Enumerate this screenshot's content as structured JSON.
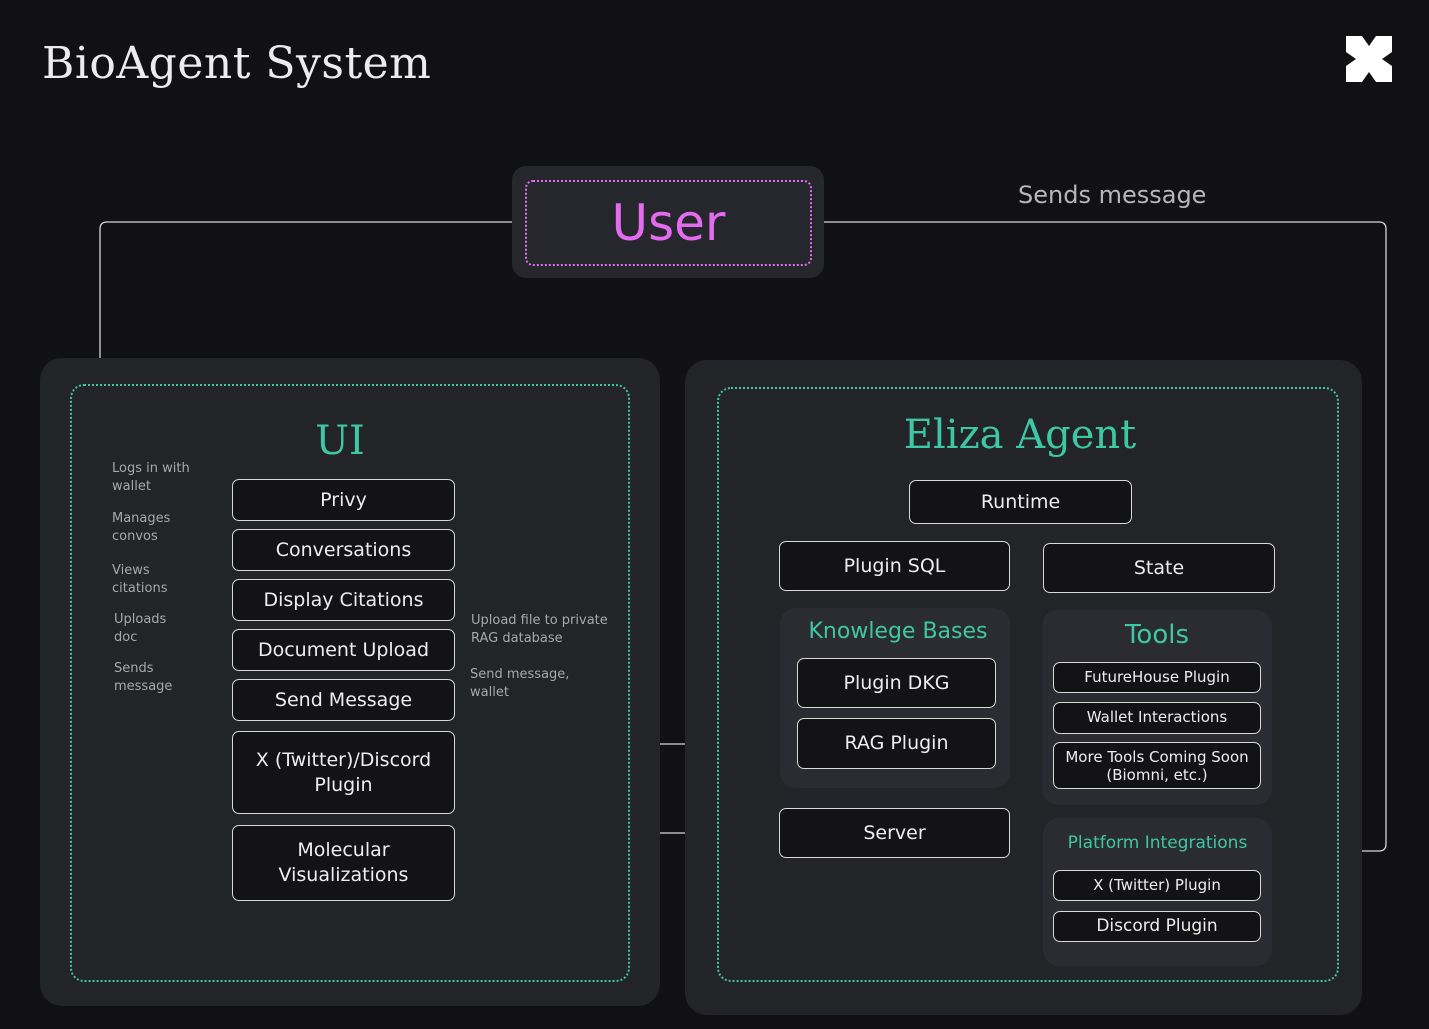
{
  "page": {
    "title": "BioAgent System"
  },
  "user": {
    "label": "User"
  },
  "edges": {
    "sends_message": "Sends message",
    "logs_in": "Logs in with\nwallet",
    "manages": "Manages\nconvos",
    "views": "Views\ncitations",
    "uploads": "Uploads\ndoc",
    "sends": "Sends\nmessage",
    "upload_file": "Upload file to private\nRAG database",
    "send_message_wallet": "Send message,\nwallet"
  },
  "ui": {
    "title": "UI",
    "items": [
      "Privy",
      "Conversations",
      "Display Citations",
      "Document Upload",
      "Send Message",
      "X (Twitter)/Discord\nPlugin",
      "Molecular\nVisualizations"
    ]
  },
  "eliza": {
    "title": "Eliza Agent",
    "runtime": "Runtime",
    "plugin_sql": "Plugin SQL",
    "state": "State",
    "server": "Server",
    "knowledge_bases": {
      "title": "Knowlege Bases",
      "items": [
        "Plugin DKG",
        "RAG Plugin"
      ]
    },
    "tools": {
      "title": "Tools",
      "items": [
        "FutureHouse Plugin",
        "Wallet Interactions",
        "More Tools Coming Soon\n(Biomni, etc.)"
      ]
    },
    "platform_integrations": {
      "title": "Platform Integrations",
      "items": [
        "X (Twitter) Plugin",
        "Discord Plugin"
      ]
    }
  },
  "colors": {
    "background": "#111113",
    "panel": "#232428",
    "accent_teal": "#3ec7a5",
    "accent_pink": "#e36bf0"
  }
}
